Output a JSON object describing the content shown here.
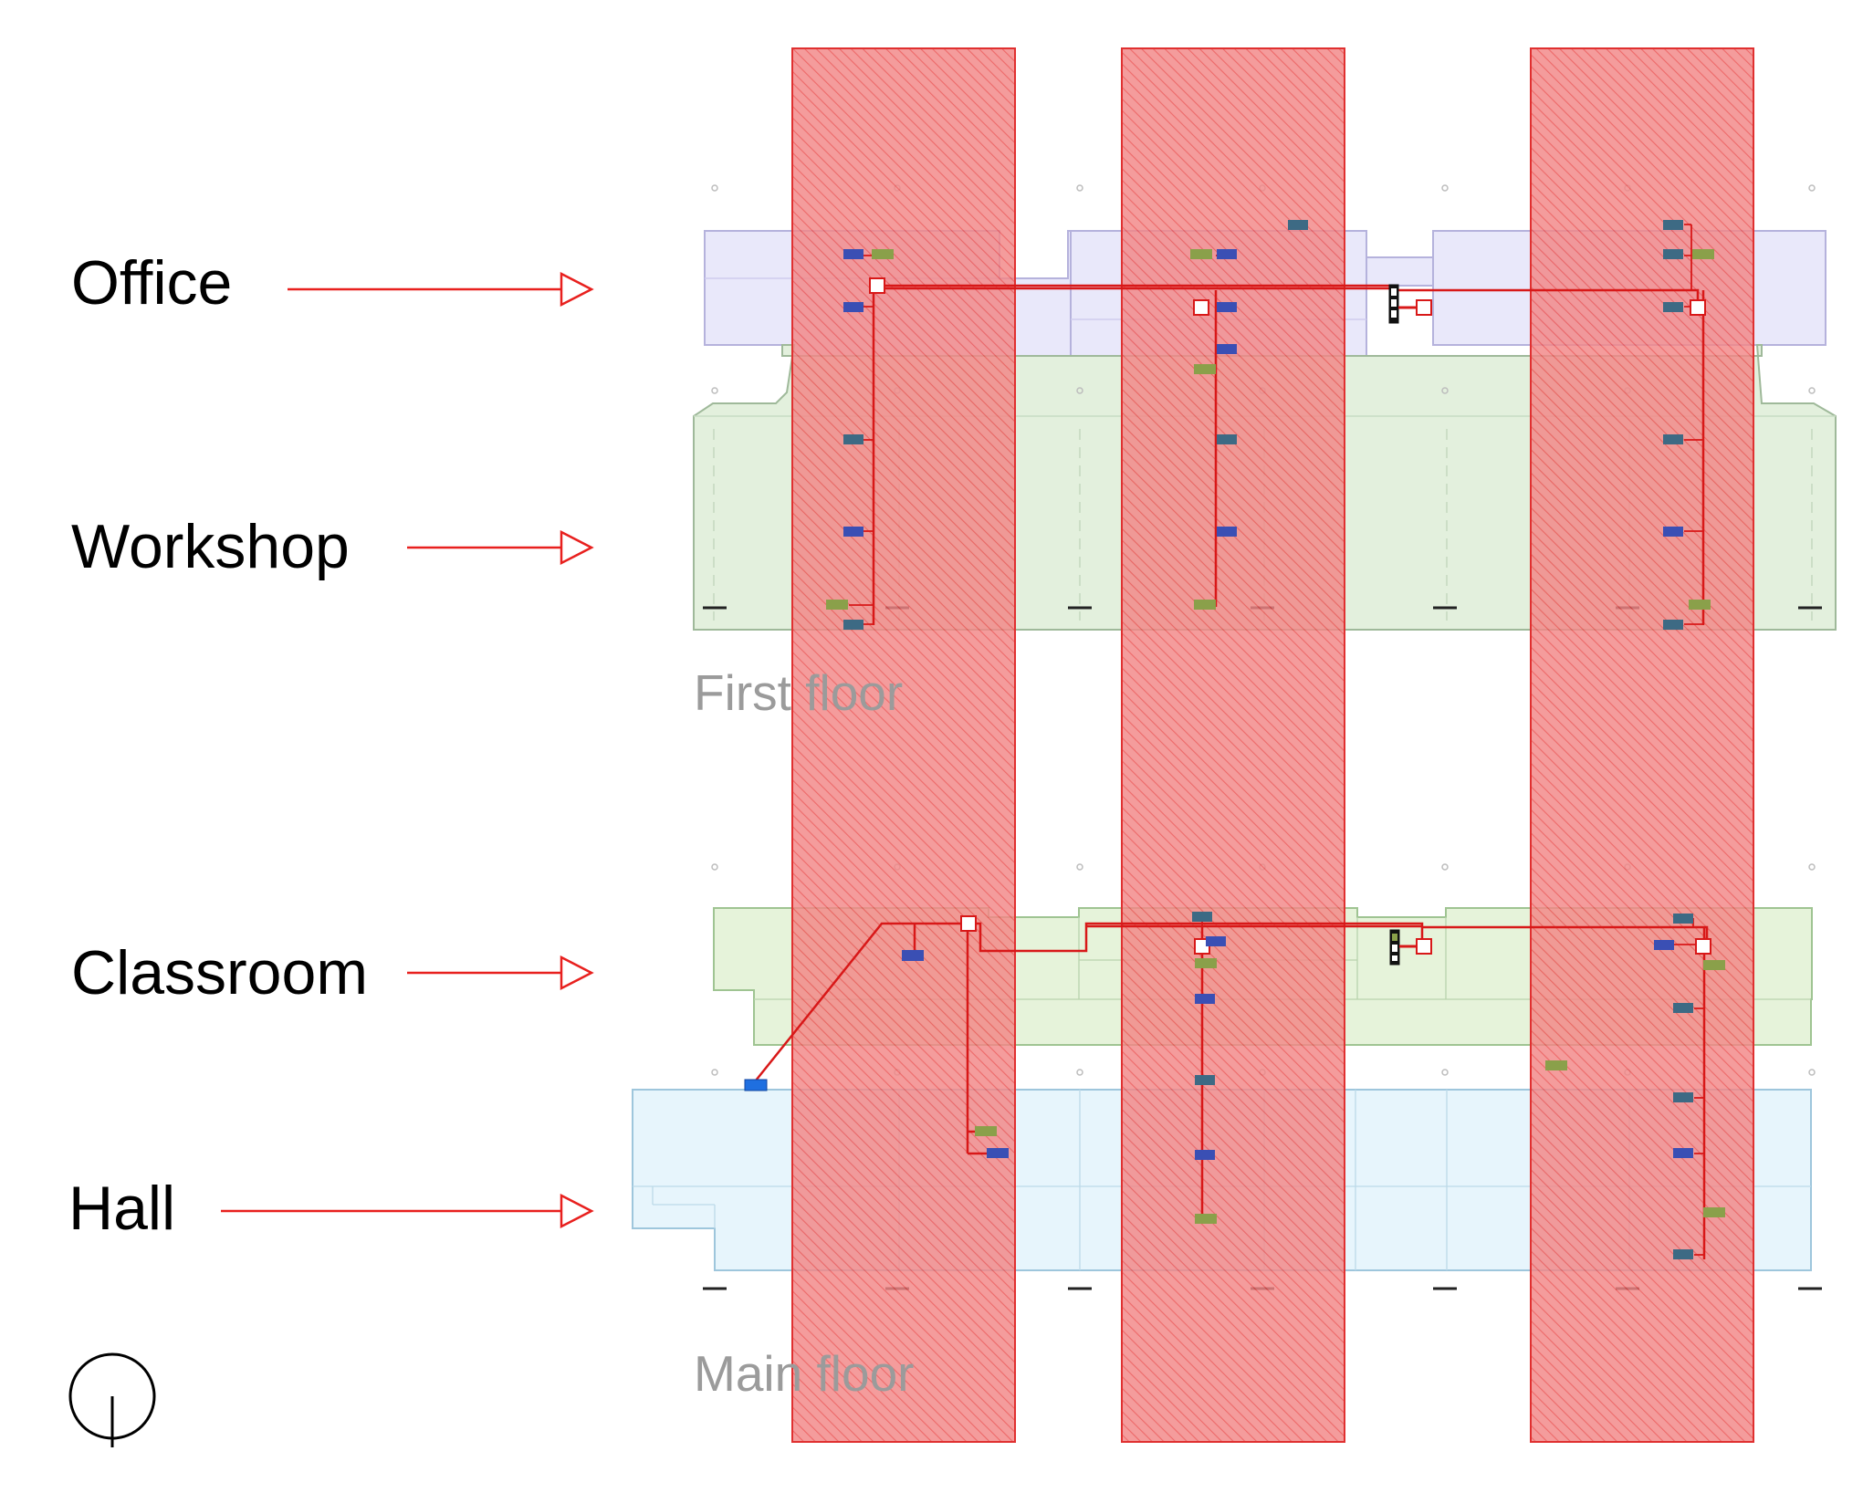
{
  "labels": {
    "office": "Office",
    "workshop": "Workshop",
    "classroom": "Classroom",
    "hall": "Hall",
    "first_floor": "First floor",
    "main_floor": "Main floor"
  },
  "icons": {
    "north_arrow": "north-arrow-icon",
    "pointer_arrow": "arrow-right-icon"
  },
  "colors": {
    "arrow": "#e8201e",
    "zone_fill": "#f17f7f",
    "zone_stroke": "#e03030",
    "ducts": "#d81818",
    "office_fill": "#e9e8fa",
    "workshop_fill": "#e3f0dd",
    "classroom_fill": "#e6f3da",
    "hall_fill": "#e7f5fc",
    "unit_blue": "#3a4fb4",
    "unit_green": "#8aa04a",
    "unit_teal": "#3d6a84",
    "floor_label": "#9b9b9b"
  }
}
